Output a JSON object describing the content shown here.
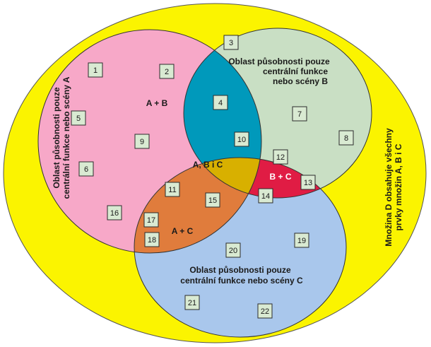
{
  "colors": {
    "set_d": "#fbf400",
    "set_a": "#f7a8c8",
    "set_b": "#c9dfc4",
    "set_c": "#a9c7ec",
    "a_and_b": "#0099bb",
    "b_and_c": "#e01c44",
    "a_and_c": "#e07c3c",
    "a_b_c": "#d8b000",
    "item_box": "#d9ead2"
  },
  "labels": {
    "only_a": [
      "Oblast působnosti pouze",
      "centrální funkce nebo scény A"
    ],
    "only_b": [
      "Oblast působnosti pouze",
      "centrální funkce",
      "nebo scény B"
    ],
    "only_c": [
      "Oblast působnosti pouze",
      "centrální funkce nebo scény C"
    ],
    "set_d": [
      "Množina D obsahuje všechny",
      "prvky množin A, B i C"
    ],
    "a_and_b": "A + B",
    "b_and_c": "B + C",
    "a_and_c": "A + C",
    "a_b_c": "A, B i C"
  },
  "items": [
    "1",
    "2",
    "3",
    "4",
    "5",
    "6",
    "7",
    "8",
    "9",
    "10",
    "11",
    "12",
    "13",
    "14",
    "15",
    "16",
    "17",
    "18",
    "19",
    "20",
    "21",
    "22"
  ]
}
